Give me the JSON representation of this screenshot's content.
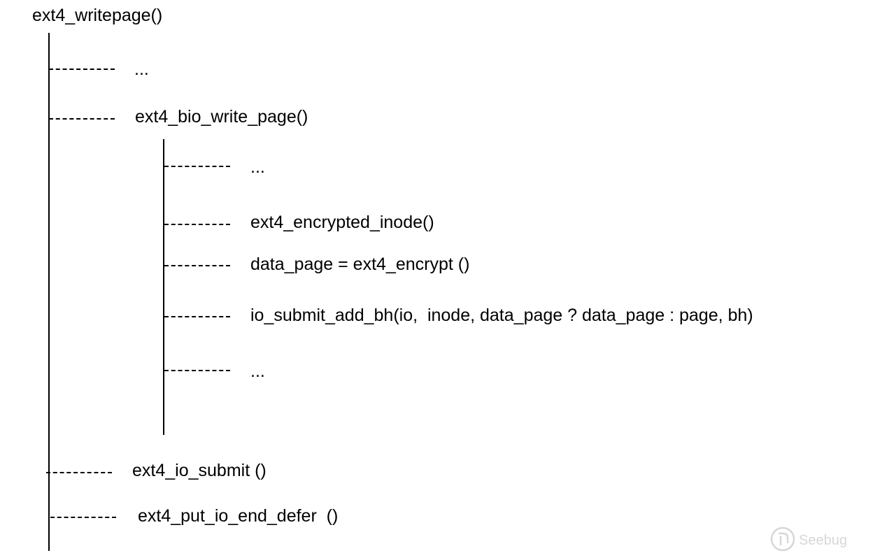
{
  "diagram": {
    "root": "ext4_writepage()",
    "children": [
      {
        "label": "..."
      },
      {
        "label": "ext4_bio_write_page()",
        "children": [
          {
            "label": "..."
          },
          {
            "label": "ext4_encrypted_inode()"
          },
          {
            "label": "data_page = ext4_encrypt ()"
          },
          {
            "label": "io_submit_add_bh(io,  inode, data_page ? data_page : page, bh)"
          },
          {
            "label": "..."
          }
        ]
      },
      {
        "label": "ext4_io_submit ()"
      },
      {
        "label": "ext4_put_io_end_defer  ()"
      }
    ]
  },
  "watermark": {
    "text": "Seebug",
    "icon": "seebug-logo-icon",
    "color": "#b7b7b7"
  }
}
